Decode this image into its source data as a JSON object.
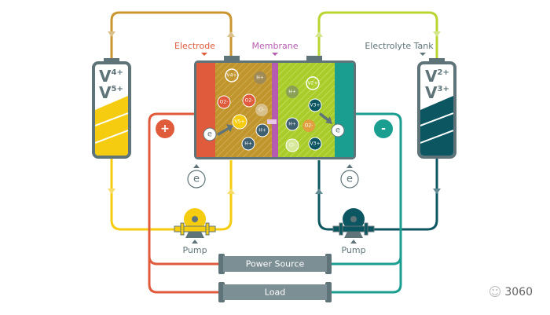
{
  "labels": {
    "electrode": "Electrode",
    "membrane": "Membrane",
    "electrolyte_tank": "Electrolyte Tank"
  },
  "left_tank": {
    "line1": "V",
    "sup1": "4+",
    "line2": "V",
    "sup2": "5+"
  },
  "right_tank": {
    "line1": "V",
    "sup1": "2+",
    "line2": "V",
    "sup2": "3+"
  },
  "terminals": {
    "positive": "+",
    "negative": "-"
  },
  "electron": "e",
  "pumps": {
    "left": "Pump",
    "right": "Pump"
  },
  "bars": {
    "power_source": "Power Source",
    "load": "Load"
  },
  "left_ions": [
    "V4+",
    "H+",
    "O2-",
    "O2-",
    "Cl-",
    "V5+",
    "H+",
    "H+"
  ],
  "right_ions": [
    "V2+",
    "H+",
    "V3+",
    "H+",
    "O2-",
    "Cl-",
    "V3+"
  ],
  "watermark": "3060",
  "colors": {
    "positive_red": "#e05a3c",
    "negative_teal": "#1a9e8f",
    "membrane_purple": "#b65cb0",
    "pipe_brown": "#c9962f",
    "pipe_lime": "#b9d531",
    "pipe_yellow": "#f5cc0f",
    "pipe_darkteal": "#0c5662",
    "frame_gray": "#5f7479"
  }
}
